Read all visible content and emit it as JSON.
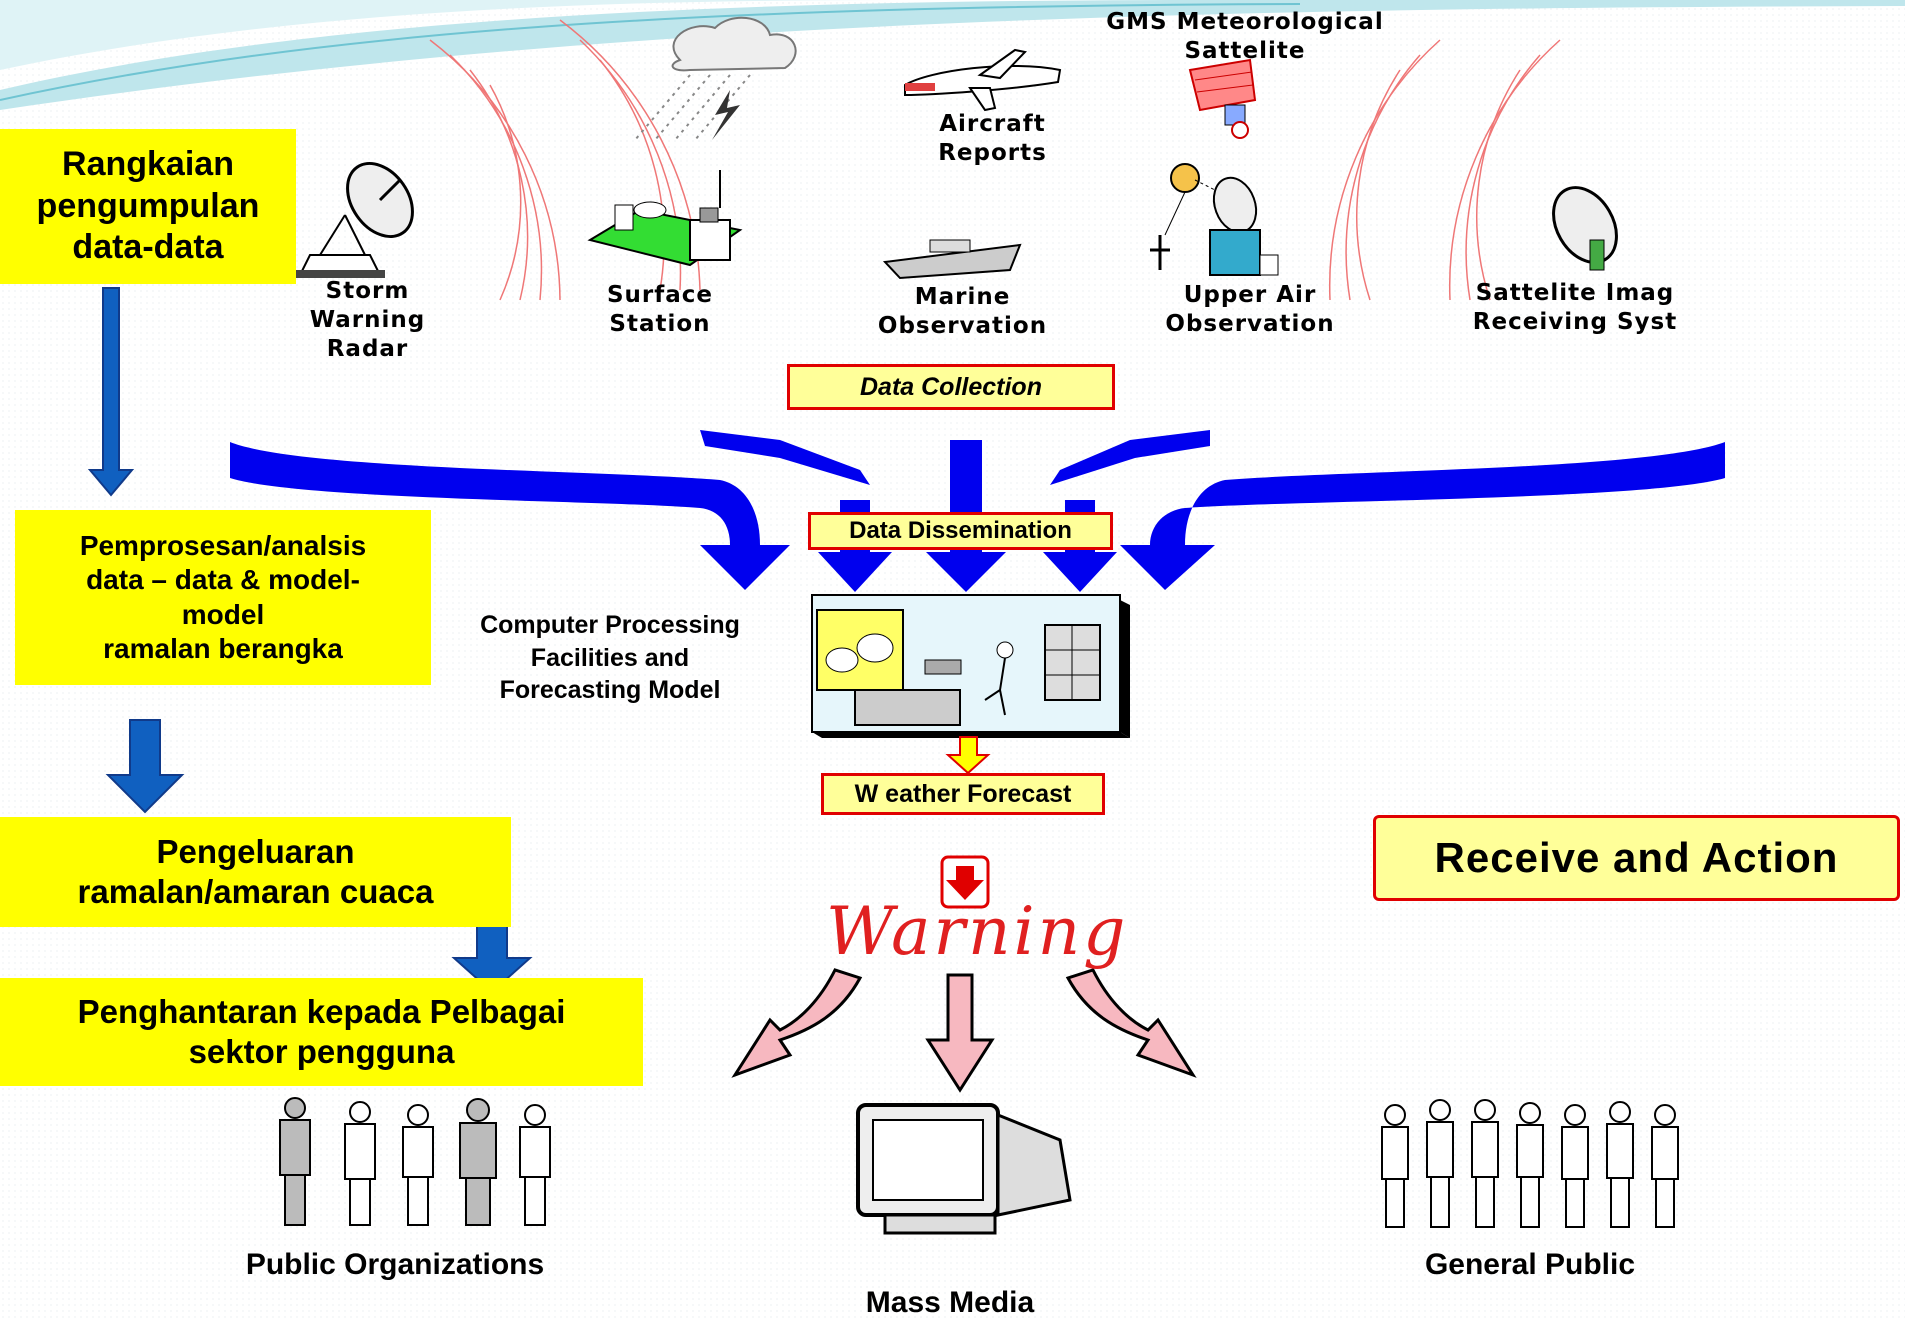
{
  "left_steps": [
    {
      "text": "Rangkaian\npengumpulan\ndata-data"
    },
    {
      "text": "Pemprosesan/analsis\n data – data & model-\nmodel\nramalan berangka"
    },
    {
      "text": "Pengeluaran\nramalan/amaran cuaca"
    },
    {
      "text": "Penghantaran kepada Pelbagai\nsektor pengguna"
    }
  ],
  "sources": {
    "gms": "GMS Meteorological\nSattelite",
    "aircraft": "Aircraft\nReports",
    "radar": "Storm\nWarning\nRadar",
    "surface": "Surface\nStation",
    "marine": "Marine\nObservation",
    "upper_air": "Upper Air\nObservation",
    "sat_receiving": "Sattelite Imag\nReceiving Syst"
  },
  "data_collection": "Data Collection",
  "data_dissemination": "Data Dissemination",
  "computer_processing": "Computer Processing\nFacilities and\nForecasting Model",
  "weather_forecast": "W eather Forecast",
  "warning": "Warning",
  "receive_action": "Receive and Action",
  "recipients": {
    "public_org": "Public Organizations",
    "mass_media": "Mass Media",
    "general_public": "General Public"
  },
  "colors": {
    "yellow": "#ffff00",
    "arrow_blue": "#0000ee",
    "step_arrow": "#1060c0",
    "red": "#e00000",
    "pink": "#f7b8c0"
  }
}
